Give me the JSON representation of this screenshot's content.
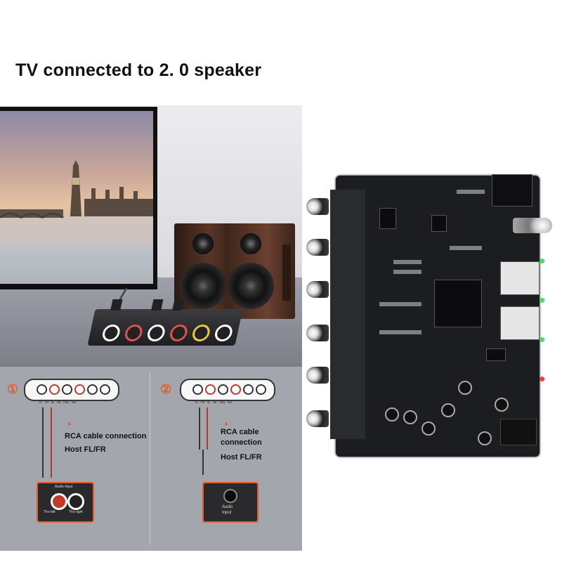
{
  "title": "TV connected to 2. 0 speaker",
  "diagram": {
    "step1": {
      "number": "①",
      "strip_labels": [
        "FL",
        "FR",
        "SL",
        "SR",
        "CEN",
        "SW"
      ],
      "arrow": "▲",
      "caption_lines": [
        "RCA cable connection",
        "Host FL/FR"
      ],
      "box_labels": [
        "Audio",
        "Input",
        "Tho",
        "left",
        "Tho",
        "right"
      ]
    },
    "step2": {
      "number": "②",
      "strip_labels": [
        "FL",
        "FR",
        "SL",
        "SR",
        "CEN",
        "SW"
      ],
      "arrow": "▲",
      "caption_lines": [
        "RCA cable",
        "connection",
        "Host FL/FR"
      ],
      "box_labels": [
        "Audio",
        "Input"
      ]
    }
  },
  "colors": {
    "accent": "#e45b2f",
    "panel": "#a4a6ad",
    "pcb": "#1c1d20"
  }
}
